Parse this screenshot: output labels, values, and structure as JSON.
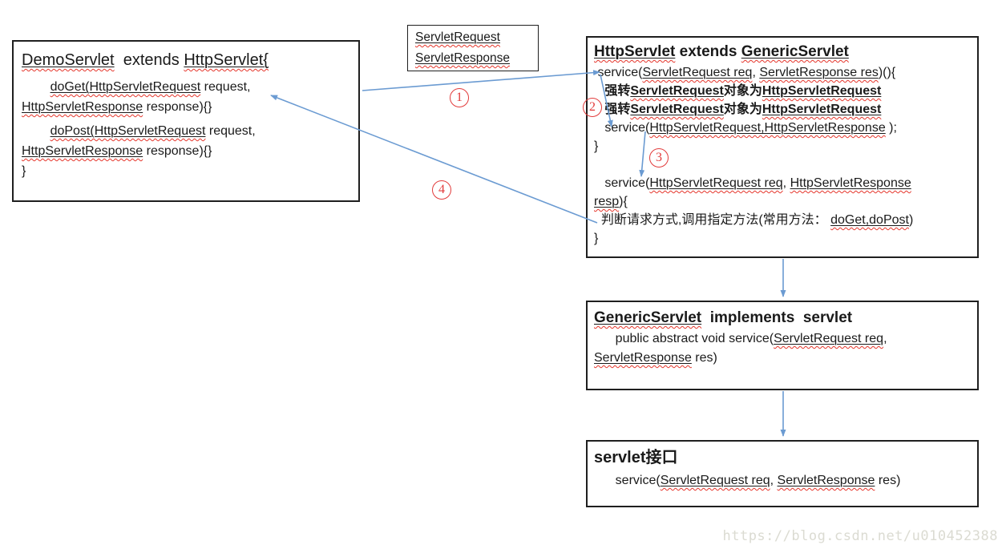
{
  "colors": {
    "arrow_blue": "#6b9bd2",
    "step_red": "#e23b3b",
    "squiggle_red": "#e5352b",
    "underline_black": "#1a1a1a",
    "watermark_gray": "#dbdbd2"
  },
  "watermark": "https://blog.csdn.net/u010452388",
  "steps": {
    "s1": "1",
    "s2": "2",
    "s3": "3",
    "s4": "4"
  },
  "boxes": {
    "demo_servlet": {
      "lines": [
        {
          "cls": "t",
          "segs": [
            {
              "t": "DemoServlet",
              "s": "u"
            },
            {
              "t": "  extends ",
              "s": ""
            },
            {
              "t": "HttpServlet{",
              "s": "u"
            }
          ]
        },
        {
          "cls": "mt",
          "segs": [
            {
              "t": "        ",
              "s": ""
            },
            {
              "t": "doGet(HttpServletRequest",
              "s": "u"
            },
            {
              "t": " request,",
              "s": ""
            }
          ]
        },
        {
          "segs": [
            {
              "t": "HttpServletResponse",
              "s": "u"
            },
            {
              "t": " response){}",
              "s": ""
            }
          ]
        },
        {
          "cls": "mt",
          "segs": [
            {
              "t": "        ",
              "s": ""
            },
            {
              "t": "doPost(HttpServletRequest",
              "s": "u"
            },
            {
              "t": " request,",
              "s": ""
            }
          ]
        },
        {
          "segs": [
            {
              "t": "HttpServletResponse",
              "s": "u"
            },
            {
              "t": " response){}",
              "s": ""
            }
          ]
        },
        {
          "segs": [
            {
              "t": "}",
              "s": ""
            }
          ]
        }
      ]
    },
    "param_note": {
      "lines": [
        {
          "segs": [
            {
              "t": "ServletRequest",
              "s": "u"
            }
          ]
        },
        {
          "segs": [
            {
              "t": "ServletResponse",
              "s": "u"
            }
          ]
        }
      ]
    },
    "http_servlet": {
      "lines": [
        {
          "cls": "t",
          "segs": [
            {
              "t": "HttpServlet",
              "s": "bu"
            },
            {
              "t": " extends ",
              "s": "b"
            },
            {
              "t": "GenericServlet",
              "s": "bu"
            }
          ]
        },
        {
          "segs": [
            {
              "t": " service(",
              "s": ""
            },
            {
              "t": "ServletRequest req",
              "s": "u"
            },
            {
              "t": ", ",
              "s": ""
            },
            {
              "t": "ServletResponse res",
              "s": "u"
            },
            {
              "t": ")(){",
              "s": ""
            }
          ]
        },
        {
          "segs": [
            {
              "t": "   强转",
              "s": "b"
            },
            {
              "t": "ServletRequest",
              "s": "bu"
            },
            {
              "t": "对象为",
              "s": "b"
            },
            {
              "t": "HttpServletRequest",
              "s": "bu"
            }
          ]
        },
        {
          "segs": [
            {
              "t": "   强转",
              "s": "b"
            },
            {
              "t": "ServletRequest",
              "s": "bu"
            },
            {
              "t": "对象为",
              "s": "b"
            },
            {
              "t": "HttpServletRequest",
              "s": "bu"
            }
          ]
        },
        {
          "segs": [
            {
              "t": "   service(",
              "s": ""
            },
            {
              "t": "HttpServletRequest,HttpServletResponse",
              "s": "u"
            },
            {
              "t": " );",
              "s": ""
            }
          ]
        },
        {
          "segs": [
            {
              "t": "}",
              "s": ""
            }
          ]
        },
        {
          "segs": []
        },
        {
          "segs": [
            {
              "t": "   service(",
              "s": ""
            },
            {
              "t": "HttpServletRequest req",
              "s": "u"
            },
            {
              "t": ", ",
              "s": ""
            },
            {
              "t": "HttpServletResponse",
              "s": "u"
            }
          ]
        },
        {
          "segs": [
            {
              "t": "resp",
              "s": "u"
            },
            {
              "t": "){",
              "s": ""
            }
          ]
        },
        {
          "segs": [
            {
              "t": "  判断请求方式,调用指定方法(常用方法： ",
              "s": ""
            },
            {
              "t": "doGet,doPost",
              "s": "u"
            },
            {
              "t": ")",
              "s": ""
            }
          ]
        },
        {
          "segs": [
            {
              "t": "}",
              "s": ""
            }
          ]
        }
      ]
    },
    "generic_servlet": {
      "lines": [
        {
          "cls": "t",
          "segs": [
            {
              "t": "GenericServlet",
              "s": "bu"
            },
            {
              "t": "  implements  servlet",
              "s": "b"
            }
          ]
        },
        {
          "segs": [
            {
              "t": "      public abstract void service(",
              "s": ""
            },
            {
              "t": "ServletRequest req",
              "s": "u"
            },
            {
              "t": ",",
              "s": ""
            }
          ]
        },
        {
          "segs": [
            {
              "t": "ServletResponse",
              "s": "u"
            },
            {
              "t": " res)",
              "s": ""
            }
          ]
        }
      ]
    },
    "servlet_interface": {
      "lines": [
        {
          "cls": "t",
          "segs": [
            {
              "t": "servlet接口",
              "s": "b"
            }
          ]
        },
        {
          "segs": [
            {
              "t": "      service(",
              "s": ""
            },
            {
              "t": "ServletRequest req",
              "s": "u"
            },
            {
              "t": ", ",
              "s": ""
            },
            {
              "t": "ServletResponse",
              "s": "u"
            },
            {
              "t": " res)",
              "s": ""
            }
          ]
        }
      ]
    }
  }
}
